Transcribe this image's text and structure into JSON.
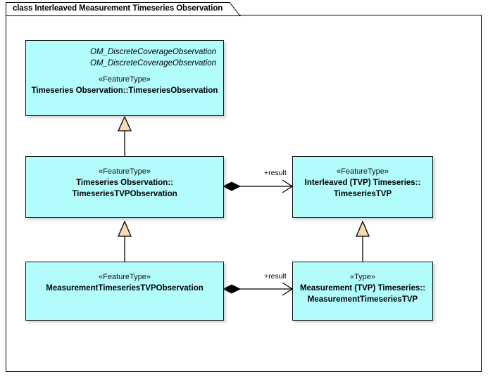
{
  "diagram": {
    "title": "class Interleaved Measurement Timeseries Observation",
    "colors": {
      "class_fill": "#B2FCFC",
      "class_border": "#111111",
      "generalization_fill": "#F5D9B0",
      "line": "#000000",
      "background": "#FFFFFF"
    }
  },
  "classes": [
    {
      "id": "timeseries-observation",
      "parents": [
        "OM_DiscreteCoverageObservation",
        "OM_DiscreteCoverageObservation"
      ],
      "stereotype": "«FeatureType»",
      "name_lines": [
        "Timeseries Observation::TimeseriesObservation"
      ]
    },
    {
      "id": "timeseries-tvp-observation",
      "parents": [],
      "stereotype": "«FeatureType»",
      "name_lines": [
        "Timeseries Observation::",
        "TimeseriesTVPObservation"
      ]
    },
    {
      "id": "timeseries-tvp",
      "parents": [],
      "stereotype": "«FeatureType»",
      "name_lines": [
        "Interleaved (TVP) Timeseries::",
        "TimeseriesTVP"
      ]
    },
    {
      "id": "measurement-timeseries-tvp-observation",
      "parents": [],
      "stereotype": "«FeatureType»",
      "name_lines": [
        "MeasurementTimeseriesTVPObservation"
      ]
    },
    {
      "id": "measurement-timeseries-tvp",
      "parents": [],
      "stereotype": "«Type»",
      "name_lines": [
        "Measurement (TVP) Timeseries::",
        "MeasurementTimeseriesTVP"
      ]
    }
  ],
  "associations": [
    {
      "id": "result-upper",
      "label": "+result"
    },
    {
      "id": "result-lower",
      "label": "+result"
    }
  ]
}
